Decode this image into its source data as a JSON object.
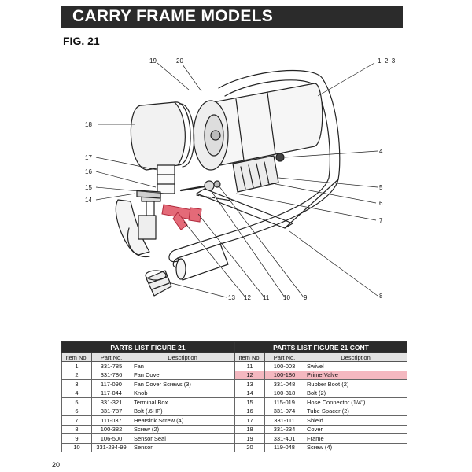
{
  "header": {
    "title": "CARRY FRAME MODELS",
    "figure": "FIG. 21"
  },
  "page_number": "20",
  "colors": {
    "title_bg": "#2b2b2b",
    "highlight": "#f4b8c0",
    "highlight_part": "#e46a78"
  },
  "callouts": {
    "c19": "19",
    "c20": "20",
    "c123": "1, 2, 3",
    "c18": "18",
    "c4": "4",
    "c17": "17",
    "c16": "16",
    "c5": "5",
    "c15": "15",
    "c6": "6",
    "c14": "14",
    "c7": "7",
    "c8": "8",
    "c13": "13",
    "c12": "12",
    "c11": "11",
    "c10": "10",
    "c9": "9"
  },
  "tables": [
    {
      "title": "PARTS LIST FIGURE 21",
      "headers": {
        "item": "Item No.",
        "part": "Part No.",
        "desc": "Description"
      },
      "rows": [
        {
          "item": "1",
          "part": "331-785",
          "desc": "Fan"
        },
        {
          "item": "2",
          "part": "331-786",
          "desc": "Fan Cover"
        },
        {
          "item": "3",
          "part": "117-090",
          "desc": "Fan Cover Screws (3)"
        },
        {
          "item": "4",
          "part": "117-044",
          "desc": "Knob"
        },
        {
          "item": "5",
          "part": "331-321",
          "desc": "Terminal Box"
        },
        {
          "item": "6",
          "part": "331-787",
          "desc": "Bolt (.6HP)"
        },
        {
          "item": "7",
          "part": "111-037",
          "desc": "Heatsink Screw (4)"
        },
        {
          "item": "8",
          "part": "100-382",
          "desc": "Screw (2)"
        },
        {
          "item": "9",
          "part": "106-500",
          "desc": "Sensor Seal"
        },
        {
          "item": "10",
          "part": "331-294-99",
          "desc": "Sensor"
        }
      ]
    },
    {
      "title": "PARTS LIST FIGURE 21 CONT",
      "headers": {
        "item": "Item No.",
        "part": "Part No.",
        "desc": "Description"
      },
      "rows": [
        {
          "item": "11",
          "part": "100-003",
          "desc": "Swivel"
        },
        {
          "item": "12",
          "part": "100-180",
          "desc": "Prime Valve"
        },
        {
          "item": "13",
          "part": "331-048",
          "desc": "Rubber Boot (2)"
        },
        {
          "item": "14",
          "part": "100-318",
          "desc": "Bolt (2)"
        },
        {
          "item": "15",
          "part": "115-019",
          "desc": "Hose Connector (1/4\")"
        },
        {
          "item": "16",
          "part": "331-074",
          "desc": "Tube Spacer (2)"
        },
        {
          "item": "17",
          "part": "331-111",
          "desc": "Shield"
        },
        {
          "item": "18",
          "part": "331-234",
          "desc": "Cover"
        },
        {
          "item": "19",
          "part": "331-401",
          "desc": "Frame"
        },
        {
          "item": "20",
          "part": "119-048",
          "desc": "Screw (4)"
        }
      ]
    }
  ]
}
